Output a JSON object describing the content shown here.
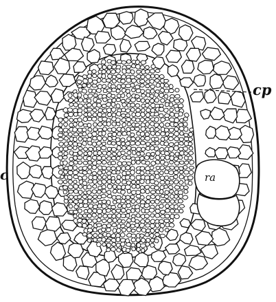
{
  "labels": {
    "cp": "cp",
    "ra": "ra",
    "left_edge": "c"
  },
  "colors": {
    "ink": "#111111",
    "paper": "#ffffff"
  }
}
